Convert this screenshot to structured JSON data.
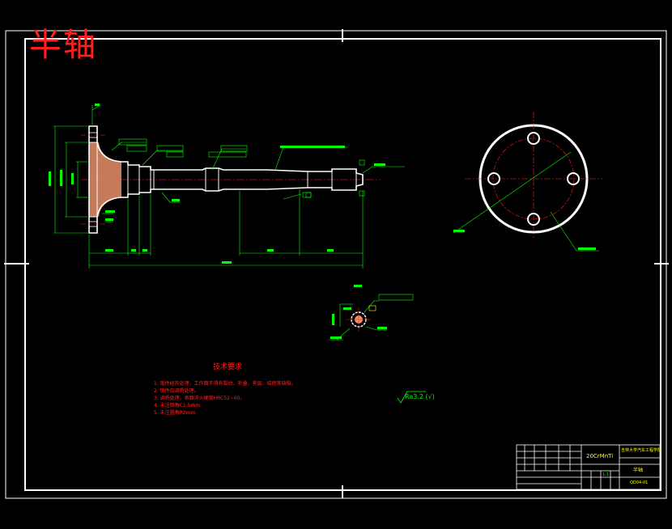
{
  "drawing": {
    "title": "半轴",
    "colors": {
      "background": "#000000",
      "frame": "#ffffff",
      "part_outline": "#ffffff",
      "dimension": "#00ff00",
      "centerline": "#ff2020",
      "title_text": "#ff1f1f",
      "annotation": "#ffff00"
    }
  },
  "tech_requirements": {
    "heading": "技术要求",
    "items": [
      "1. 锻件经热处理，工作面不得有裂纹、折叠、夹层、结疤等缺陷。",
      "2. 锻件应调质处理。",
      "3. 调质处理，表面淬火硬度HRC52~60。",
      "4. 未注倒角C1.5mm",
      "5. 未注圆角R2mm"
    ]
  },
  "surface_note": "Ra3.2 (√)",
  "title_block": {
    "material": "20CrMnTi",
    "school": "吉林大学汽车工程学院",
    "part_name": "半轴",
    "drawing_no": "QD04-01",
    "scale": "1:1"
  }
}
